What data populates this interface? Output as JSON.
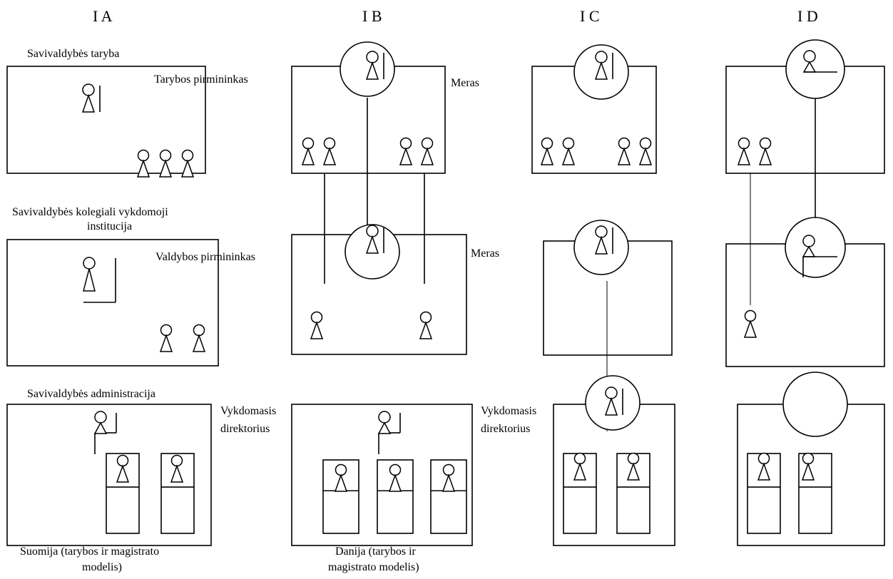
{
  "columns": [
    "I A",
    "I B",
    "I C",
    "I D"
  ],
  "labels": {
    "council": "Savivaldybės taryba",
    "council_chair": "Tarybos pirmininkas",
    "mayor_1": "Meras",
    "collegial_body_line1": "Savivaldybės kolegiali vykdomoji",
    "collegial_body_line2": "institucija",
    "board_chair": "Valdybos pirmininkas",
    "mayor_2": "Meras",
    "administration": "Savivaldybės administracija",
    "exec_director_a_line1": "Vykdomasis",
    "exec_director_a_line2": "direktorius",
    "exec_director_c_line1": "Vykdomasis",
    "exec_director_c_line2": "direktorius"
  },
  "captions": {
    "ia_line1": "Suomija (tarybos ir magistrato",
    "ia_line2": "modelis)",
    "ib_line1": "Danija (tarybos ir",
    "ib_line2": "magistrato modelis)"
  }
}
